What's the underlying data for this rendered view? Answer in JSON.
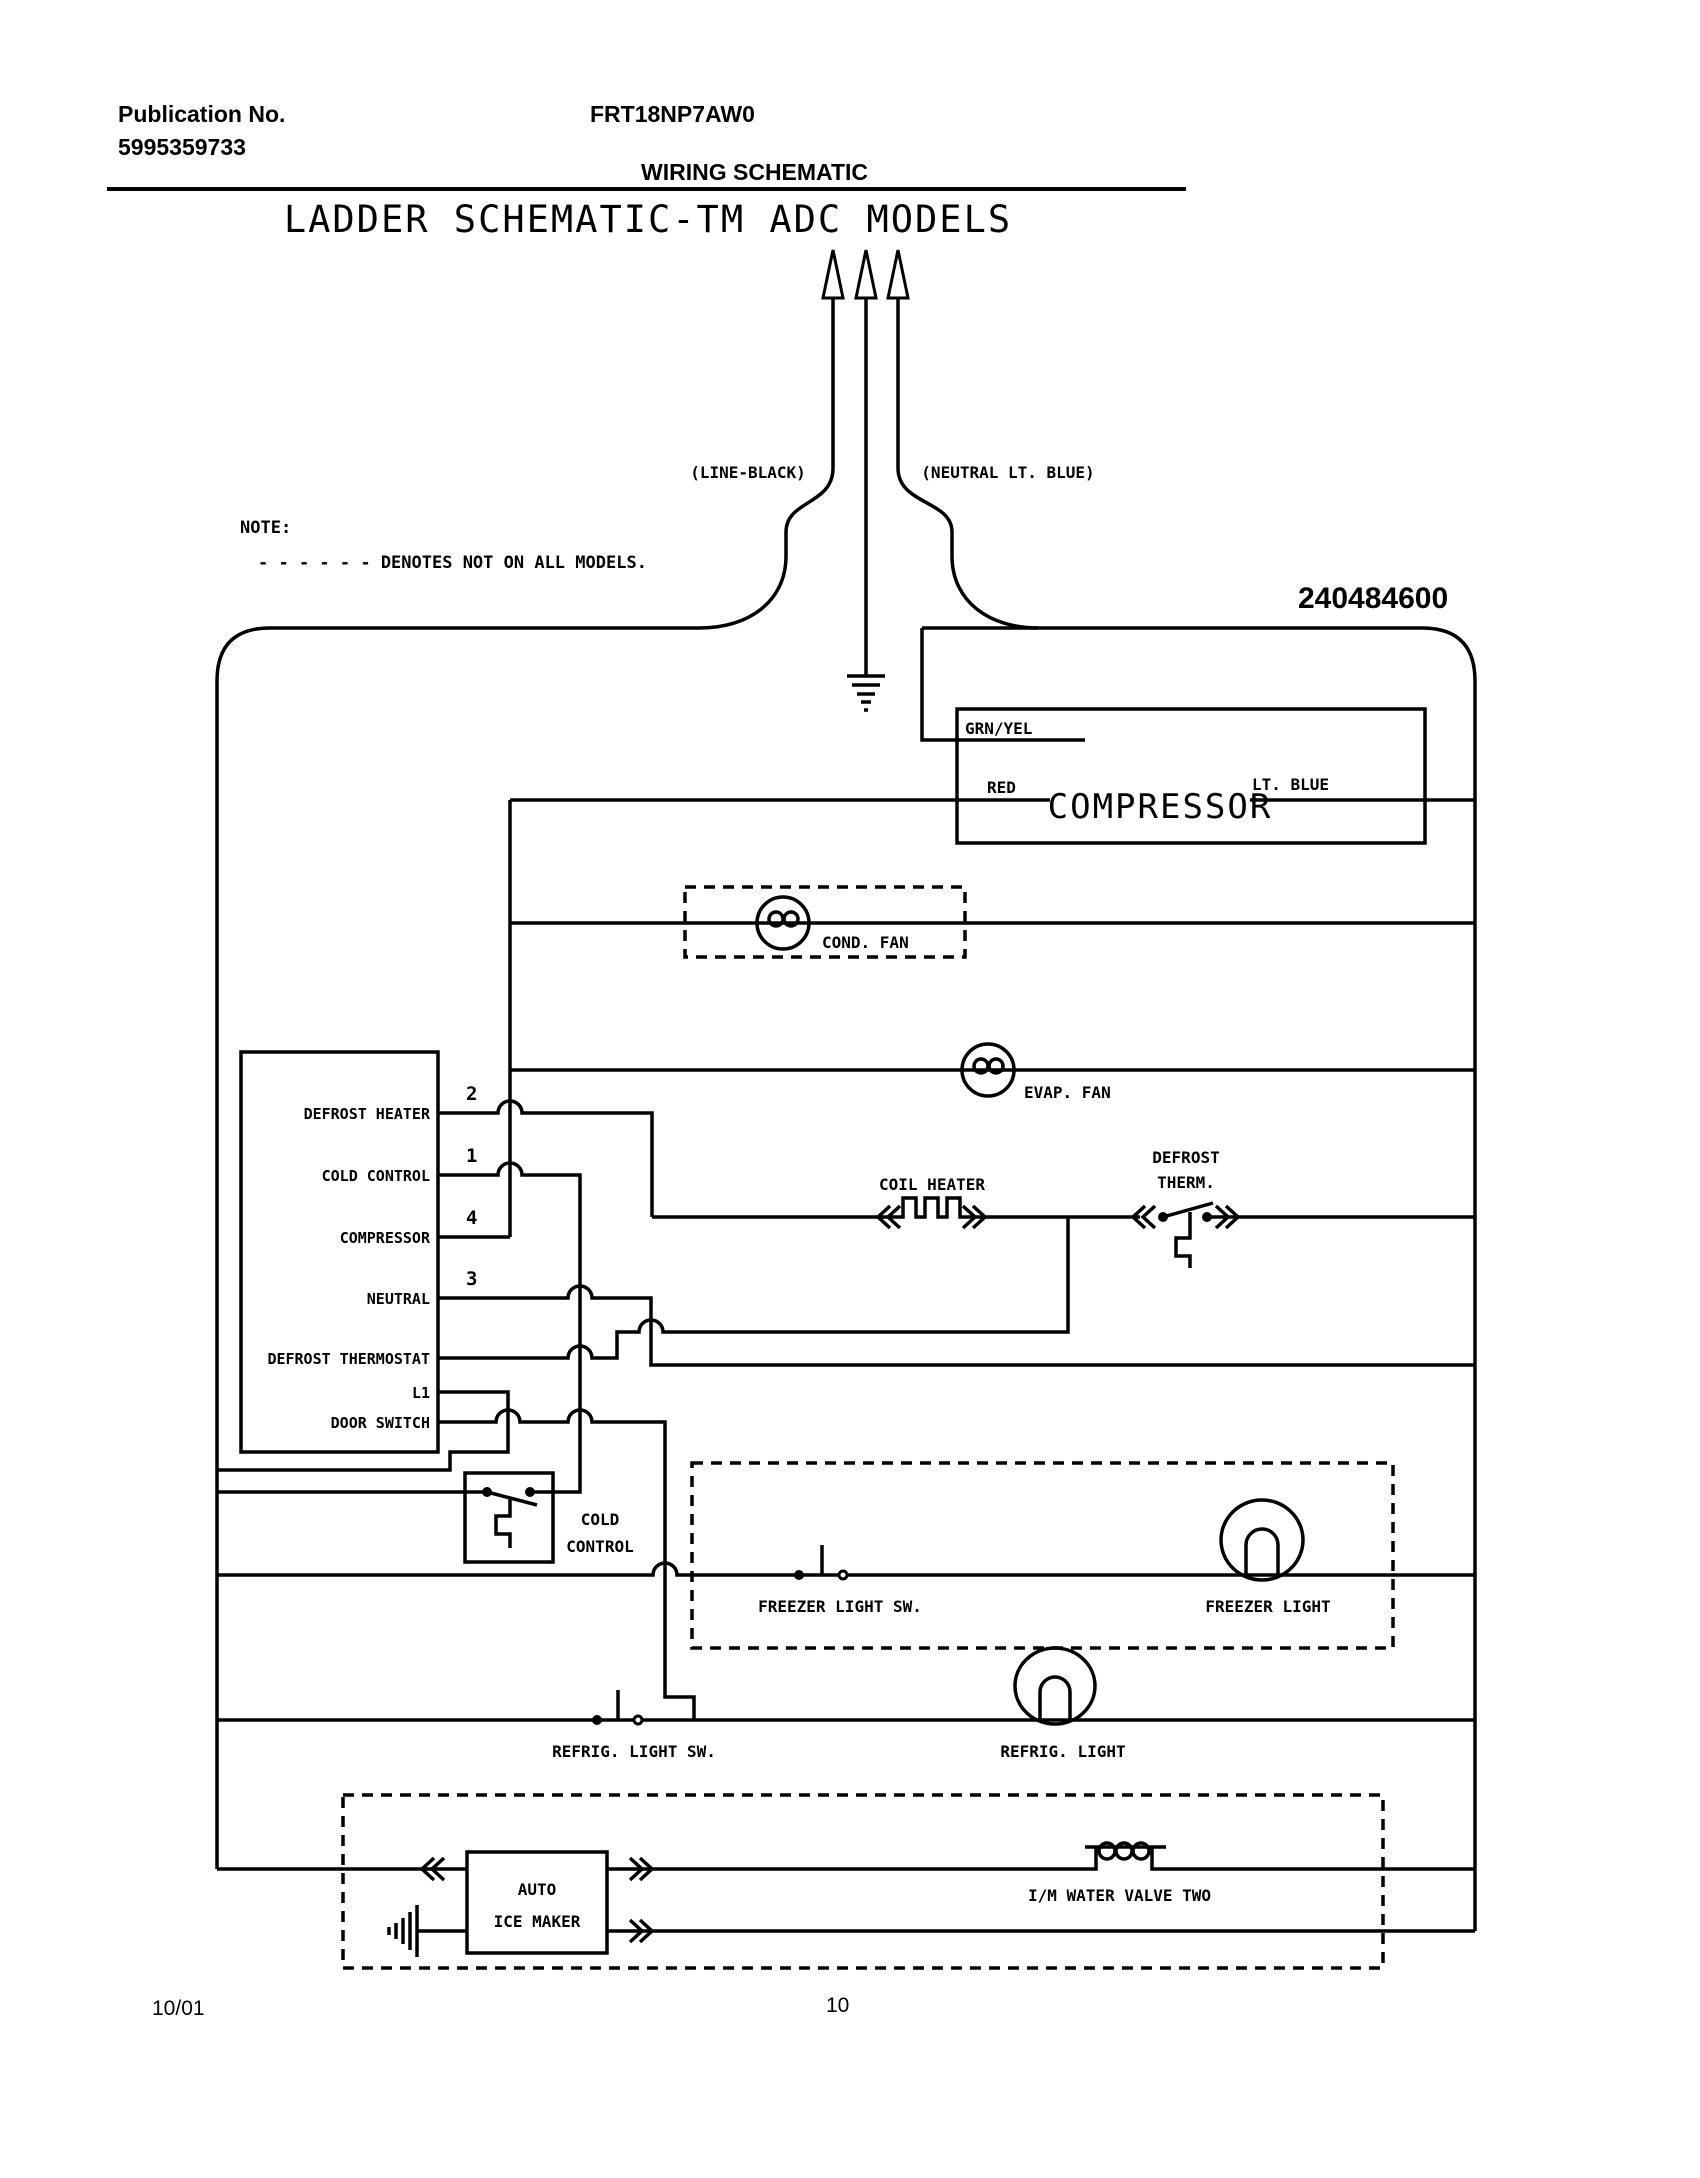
{
  "header": {
    "publication_label": "Publication No.",
    "publication_number": "5995359733",
    "model": "FRT18NP7AW0",
    "section_title": "WIRING SCHEMATIC",
    "diagram_title": "LADDER SCHEMATIC-TM ADC MODELS",
    "part_number": "240484600",
    "note_label": "NOTE:",
    "note_text": "- - - - - -  DENOTES NOT ON ALL MODELS.",
    "line_label": "(LINE-BLACK)",
    "neutral_label": "(NEUTRAL LT. BLUE)"
  },
  "terminal_block": {
    "pin_2": "2",
    "pin_1": "1",
    "pin_4": "4",
    "pin_3": "3",
    "labels": {
      "defrost_heater": "DEFROST HEATER",
      "cold_control": "COLD CONTROL",
      "compressor": "COMPRESSOR",
      "neutral": "NEUTRAL",
      "defrost_thermostat": "DEFROST THERMOSTAT",
      "l1": "L1",
      "door_switch": "DOOR SWITCH"
    }
  },
  "components": {
    "compressor": "COMPRESSOR",
    "grn_yel": "GRN/YEL",
    "red": "RED",
    "lt_blue": "LT. BLUE",
    "cond_fan": "COND. FAN",
    "evap_fan": "EVAP. FAN",
    "coil_heater": "COIL HEATER",
    "defrost_therm_line1": "DEFROST",
    "defrost_therm_line2": "THERM.",
    "cold_control_line1": "COLD",
    "cold_control_line2": "CONTROL",
    "freezer_light_sw": "FREEZER LIGHT SW.",
    "freezer_light": "FREEZER LIGHT",
    "refrig_light_sw": "REFRIG. LIGHT SW.",
    "refrig_light": "REFRIG. LIGHT",
    "ice_maker_line1": "AUTO",
    "ice_maker_line2": "ICE MAKER",
    "water_valve": "I/M WATER VALVE TWO"
  },
  "footer": {
    "date": "10/01",
    "page": "10"
  },
  "colors": {
    "ink": "#000000",
    "paper": "#ffffff"
  }
}
